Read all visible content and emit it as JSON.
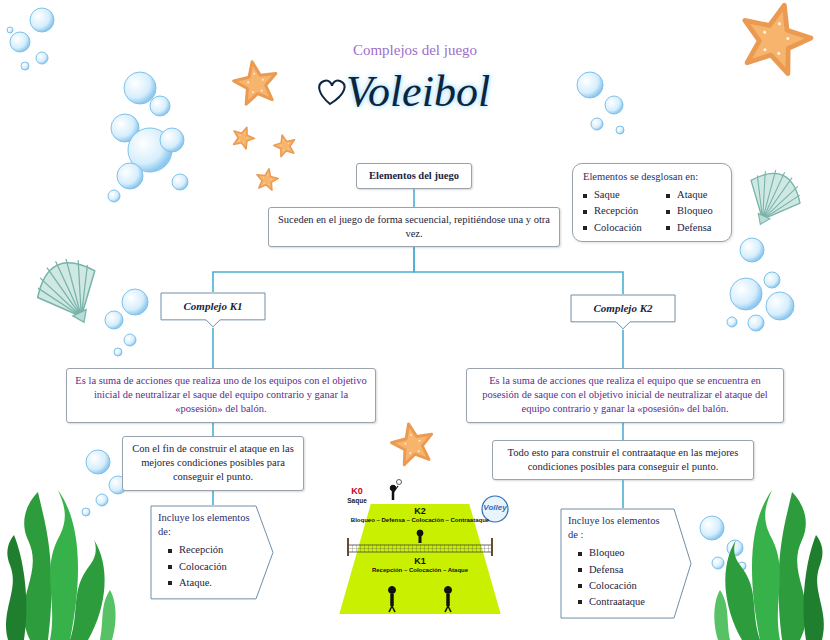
{
  "diagram": {
    "title": "Voleibol",
    "nodes": [
      {
        "text": [
          "Elementos del juego"
        ]
      },
      {
        "text": [
          "Suceden en el juego de forma secuencial, repitiéndose una y otra vez."
        ]
      },
      {
        "text": [
          "Elementos se desglosan en:",
          "Saque",
          "Recepción",
          "Colocación",
          "Ataque",
          "Bloqueo",
          "Defensa"
        ]
      },
      {
        "text": [
          "Complejo K1"
        ]
      },
      {
        "text": [
          "Complejo K2"
        ]
      },
      {
        "text": [
          "Es la suma de acciones que realiza uno de los equipos con el objetivo inicial de neutralizar el saque del equipo contrario y ganar la «posesión» del balón."
        ]
      },
      {
        "text": [
          "Es la suma de acciones que realiza el equipo que se encuentra en posesión de saque con el objetivo inicial de neutralizar el ataque del equipo contrario y ganar la «posesión» del balón."
        ]
      },
      {
        "text": [
          "Con el fin de construir el ataque en las mejores condiciones posibles para conseguir el punto."
        ]
      },
      {
        "text": [
          "Todo esto para construir el contraataque en las mejores condiciones posibles para conseguir el punto."
        ]
      },
      {
        "text": [
          "Incluye los elementos de:",
          "Recepción",
          "Colocación",
          "Ataque."
        ]
      },
      {
        "text": [
          "Incluye los elementos  de :",
          "Bloqueo",
          "Defensa",
          "Colocación",
          "Contraataque"
        ]
      }
    ],
    "edges": [
      {
        "from": 0,
        "to": 1,
        "arrow": "none"
      },
      {
        "from": 1,
        "to": 3,
        "arrow": "none"
      },
      {
        "from": 1,
        "to": 4,
        "arrow": "none"
      },
      {
        "from": 3,
        "to": 5,
        "arrow": "none"
      },
      {
        "from": 5,
        "to": 7,
        "arrow": "none"
      },
      {
        "from": 7,
        "to": 9,
        "arrow": "none"
      },
      {
        "from": 4,
        "to": 6,
        "arrow": "none"
      },
      {
        "from": 6,
        "to": 8,
        "arrow": "none"
      },
      {
        "from": 8,
        "to": 10,
        "arrow": "none"
      }
    ],
    "labels": [
      "Complejos del juego",
      "K0",
      "Saque",
      "K2",
      "Bloqueo – Defensa – Colocación – Contraataque",
      "K1",
      "Recepción – Colocación – Ataque",
      "Volley"
    ]
  }
}
